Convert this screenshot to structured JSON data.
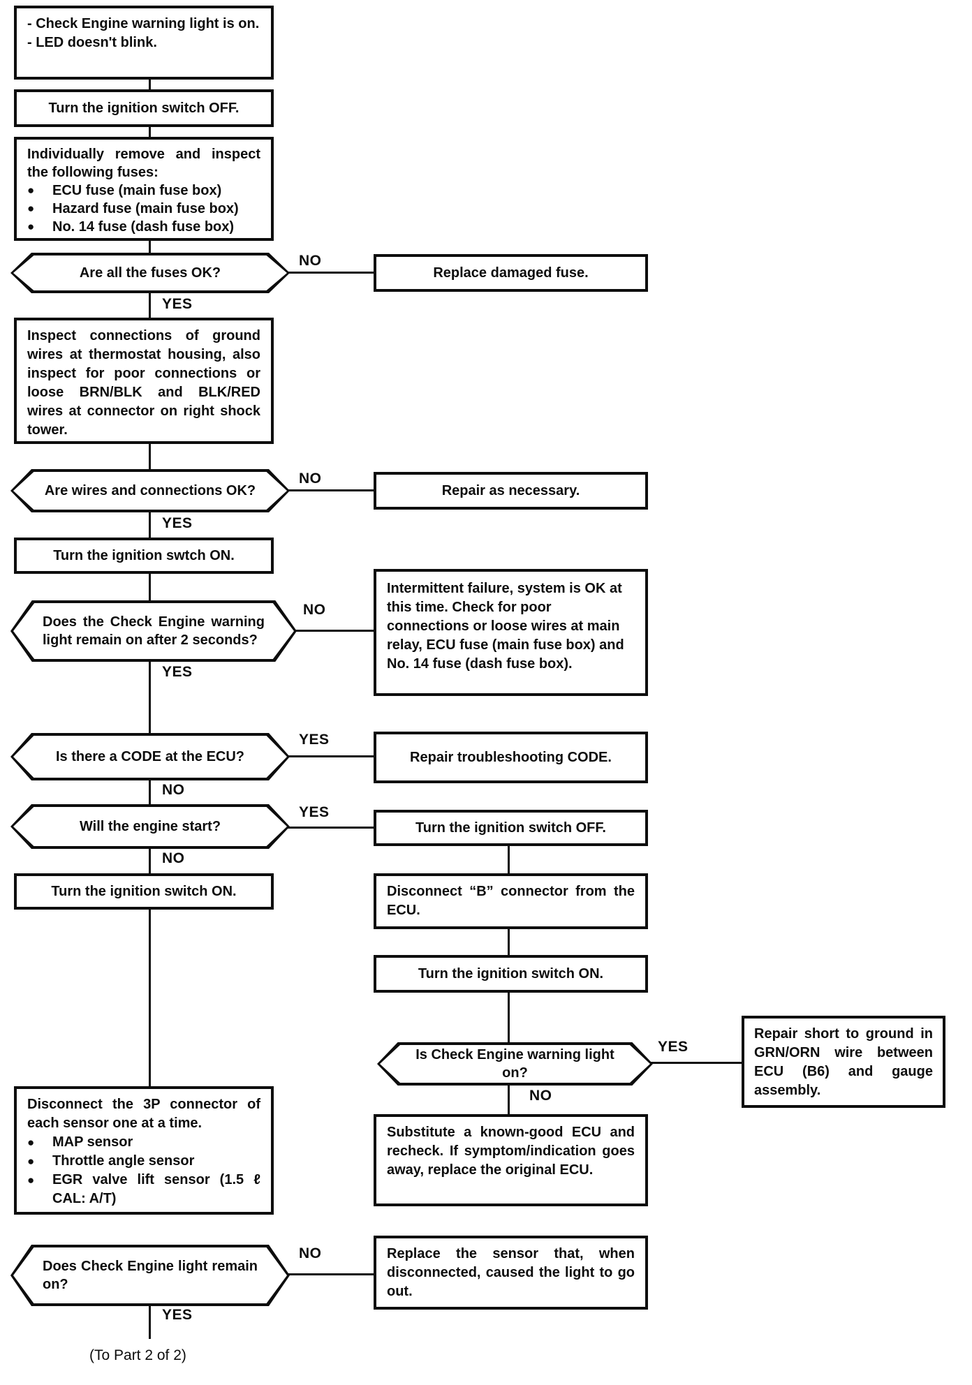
{
  "page": {
    "background": "#ffffff",
    "ink": "#0d0d0d",
    "footer": "(To Part 2 of 2)"
  },
  "labels": {
    "yes": "YES",
    "no": "NO"
  },
  "glyphs": {
    "bullet": "●"
  },
  "nodes": {
    "symptom": {
      "items": [
        "- Check Engine warning light is on.",
        "- LED doesn't blink."
      ]
    },
    "ign_off_1": {
      "text": "Turn the ignition switch OFF."
    },
    "fuses": {
      "intro": "Individually remove and inspect the following fuses:",
      "items": [
        "ECU fuse (main fuse box)",
        "Hazard fuse (main fuse box)",
        "No. 14 fuse (dash fuse box)"
      ]
    },
    "fuses_ok_q": {
      "text": "Are all the fuses OK?"
    },
    "replace_fuse": {
      "text": "Replace damaged fuse."
    },
    "inspect_ground": {
      "text": "Inspect connections of ground wires at thermostat housing, also inspect for poor connections or loose BRN/BLK and BLK/RED wires at connector on right shock tower."
    },
    "wires_ok_q": {
      "text": "Are wires and connections OK?"
    },
    "repair_necessary": {
      "text": "Repair as necessary."
    },
    "ign_on_1": {
      "text": "Turn the ignition swtch ON."
    },
    "light_2s_q": {
      "text": "Does the Check Engine warning light remain on after 2 seconds?"
    },
    "intermittent": {
      "text": "Intermittent failure, system is OK at this time.  Check for poor connections or loose wires at main relay, ECU fuse (main fuse box) and No. 14 fuse (dash fuse box)."
    },
    "code_q": {
      "text": "Is there a CODE at the ECU?"
    },
    "repair_code": {
      "text": "Repair troubleshooting CODE."
    },
    "engine_start_q": {
      "text": "Will the engine start?"
    },
    "ign_off_2": {
      "text": "Turn the ignition switch OFF."
    },
    "ign_on_2": {
      "text": "Turn the ignition switch ON."
    },
    "disconnect_b": {
      "text": "Disconnect “B” connector from the ECU."
    },
    "ign_on_3": {
      "text": "Turn the ignition switch ON."
    },
    "light_on_q": {
      "text": "Is Check Engine warning light on?"
    },
    "repair_short": {
      "text": "Repair short to ground in GRN/ORN wire between ECU (B6) and gauge assembly."
    },
    "substitute_ecu": {
      "text": "Substitute a known-good ECU and recheck. If symptom/indication goes away, replace the original ECU."
    },
    "disconnect_3p": {
      "intro": "Disconnect the 3P connector of each sensor one at a time.",
      "items": [
        "MAP sensor",
        "Throttle angle sensor",
        "EGR valve lift sensor (1.5 ℓ CAL: A/T)"
      ]
    },
    "light_remain_q": {
      "text": "Does Check Engine light remain on?"
    },
    "replace_sensor": {
      "text": "Replace the sensor that, when disconnected, caused the light to go out."
    }
  }
}
